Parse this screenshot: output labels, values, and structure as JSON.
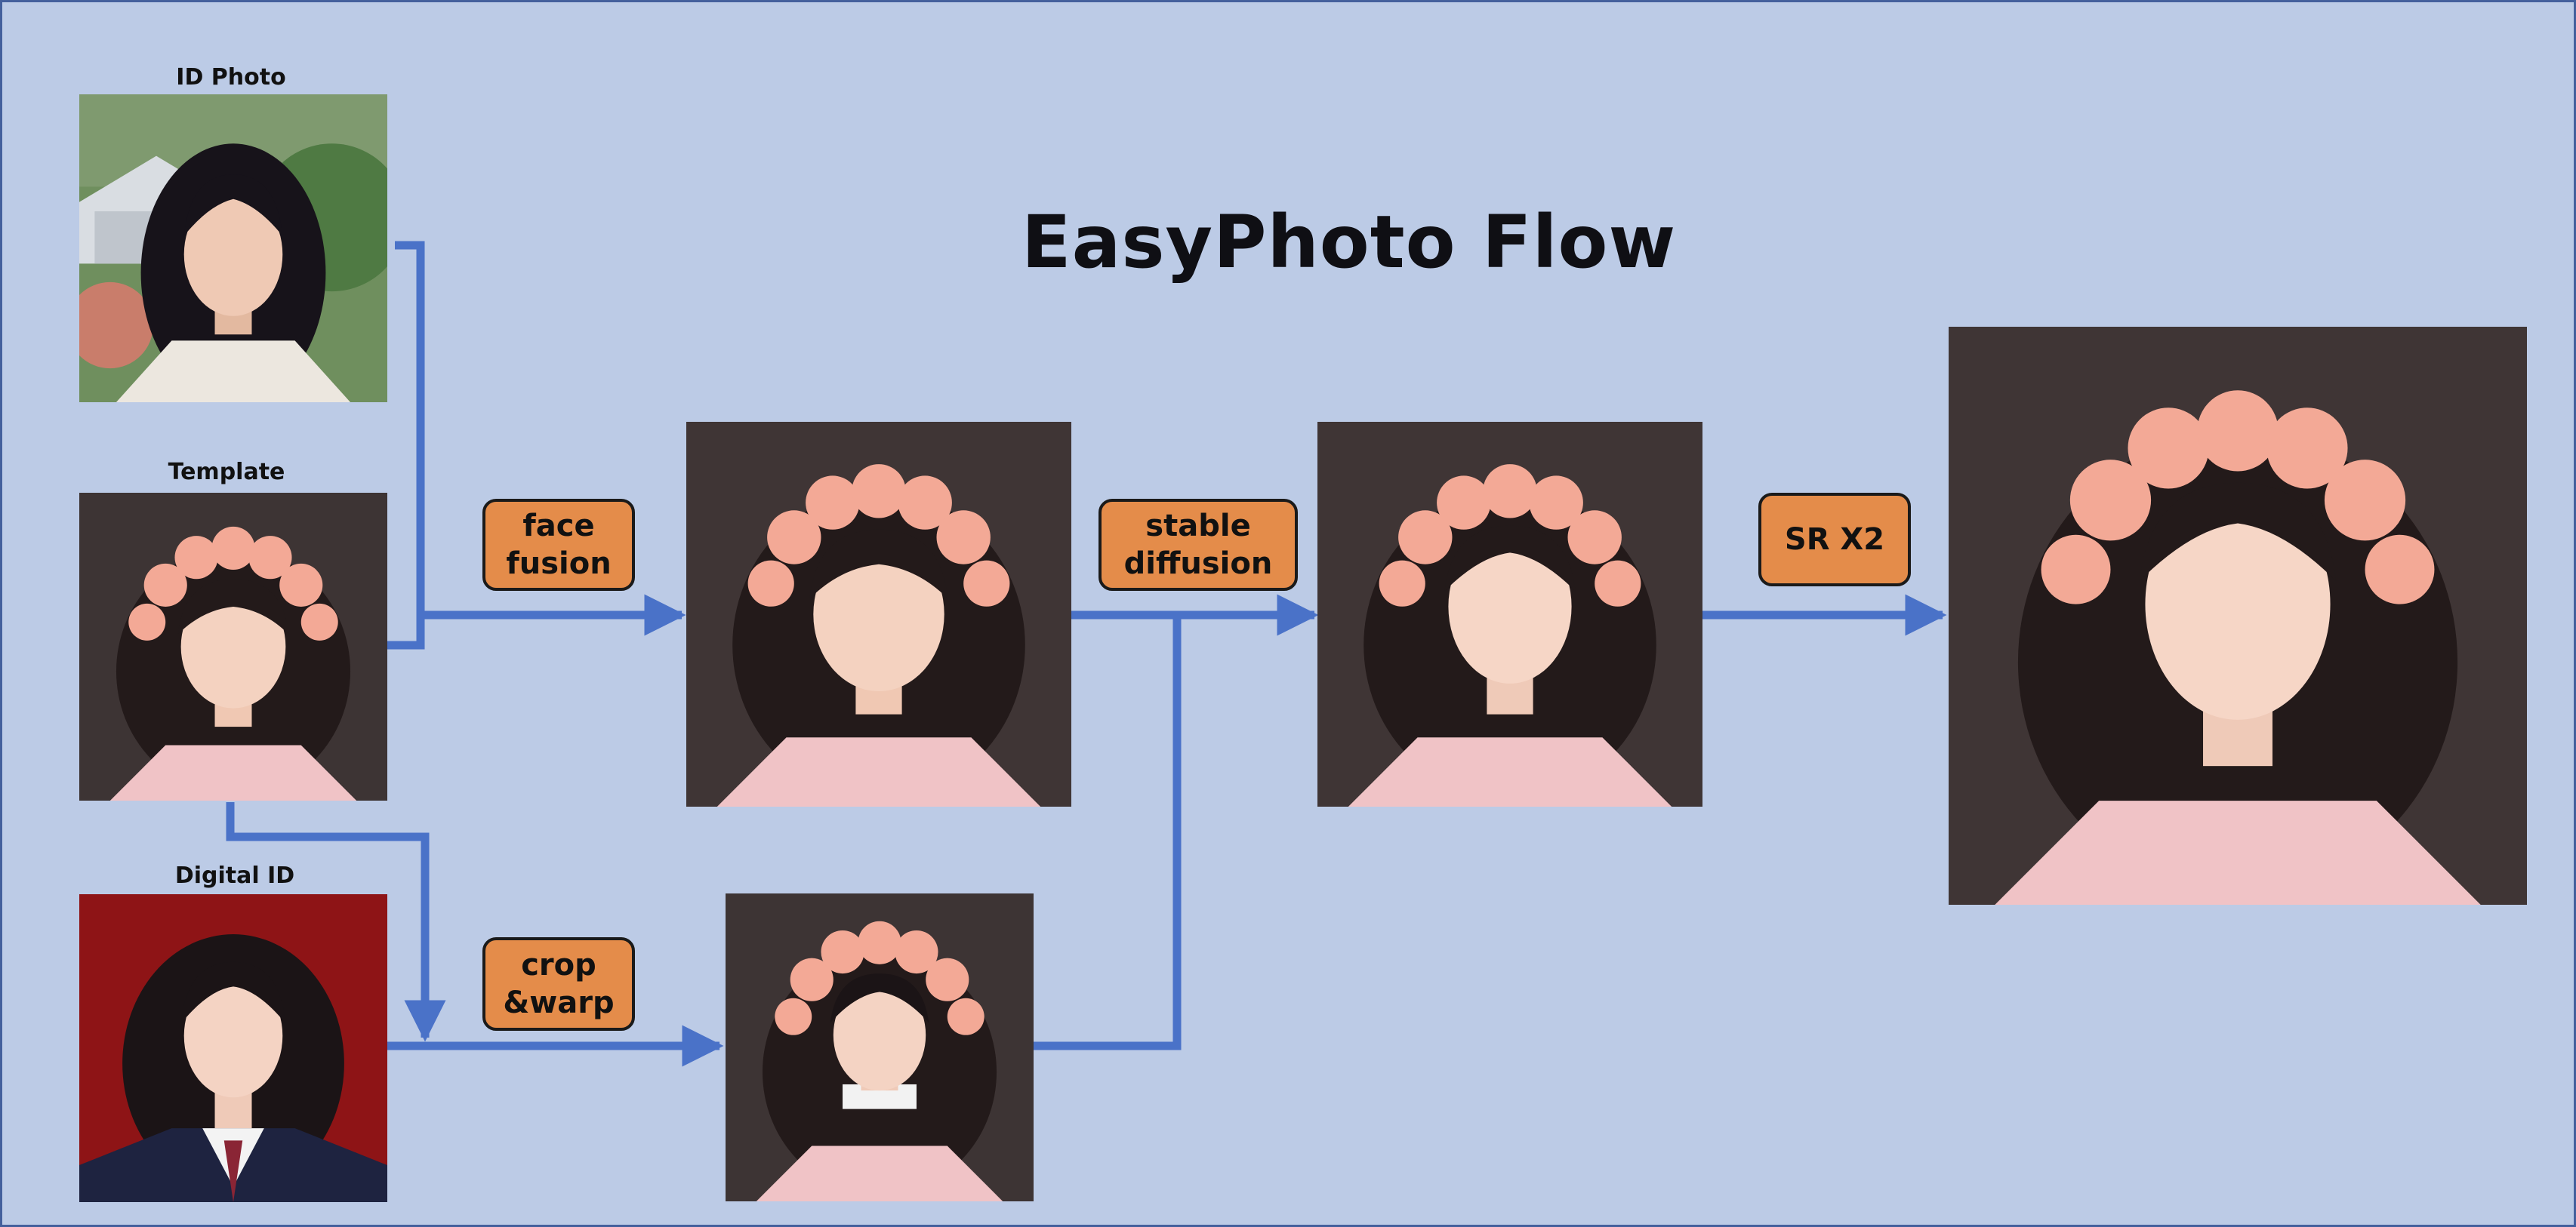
{
  "title": "EasyPhoto Flow",
  "inputs": {
    "id_photo_label": "ID Photo",
    "template_label": "Template",
    "digital_id_label": "Digital ID"
  },
  "operations": {
    "face_fusion": [
      "face",
      "fusion"
    ],
    "stable_diffusion": [
      "stable",
      "diffusion"
    ],
    "crop_warp": [
      "crop",
      "&warp"
    ],
    "sr": [
      "SR X2"
    ]
  },
  "colors": {
    "background": "#bccbe6",
    "arrow": "#4a72c8",
    "op_box": "#e48c4a"
  },
  "images": [
    "id-photo-woman-outdoor",
    "template-girl-flower-crown",
    "digital-id-woman-red-background",
    "face-fusion-result",
    "crop-warp-result",
    "stable-diffusion-result",
    "super-resolution-output"
  ]
}
